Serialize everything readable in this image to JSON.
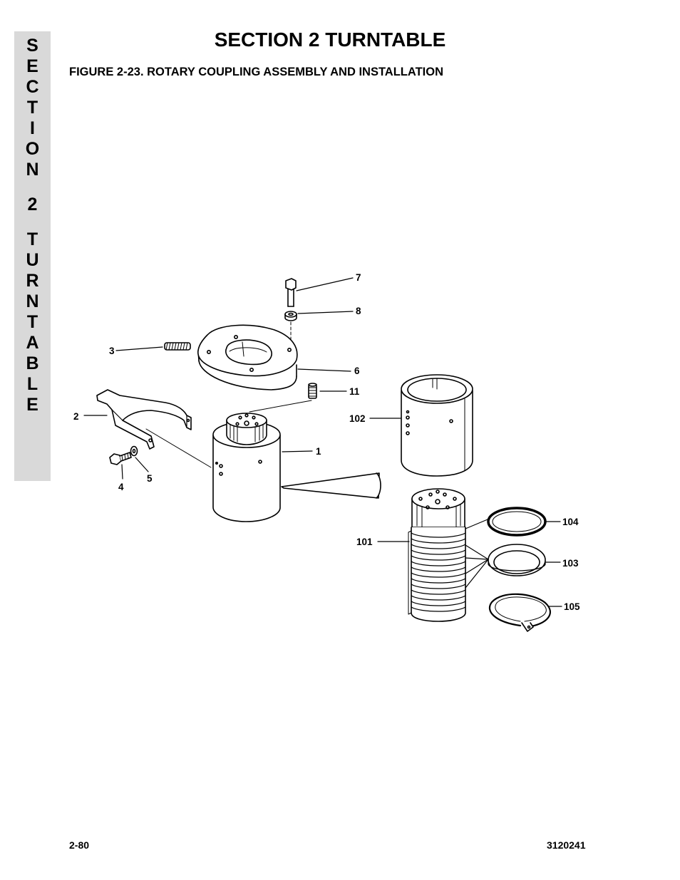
{
  "section_tab": {
    "letters_top": [
      "S",
      "E",
      "C",
      "T",
      "I",
      "O",
      "N"
    ],
    "number": "2",
    "letters_bottom": [
      "T",
      "U",
      "R",
      "N",
      "T",
      "A",
      "B",
      "L",
      "E"
    ]
  },
  "header": {
    "title": "SECTION 2  TURNTABLE"
  },
  "figure": {
    "caption": "FIGURE 2-23.  ROTARY COUPLING ASSEMBLY AND INSTALLATION",
    "callouts": {
      "c1": "1",
      "c2": "2",
      "c3": "3",
      "c4": "4",
      "c5": "5",
      "c6": "6",
      "c7": "7",
      "c8": "8",
      "c11": "11",
      "c101": "101",
      "c102": "102",
      "c103": "103",
      "c104": "104",
      "c105": "105"
    }
  },
  "footer": {
    "page_number": "2-80",
    "doc_number": "3120241"
  }
}
